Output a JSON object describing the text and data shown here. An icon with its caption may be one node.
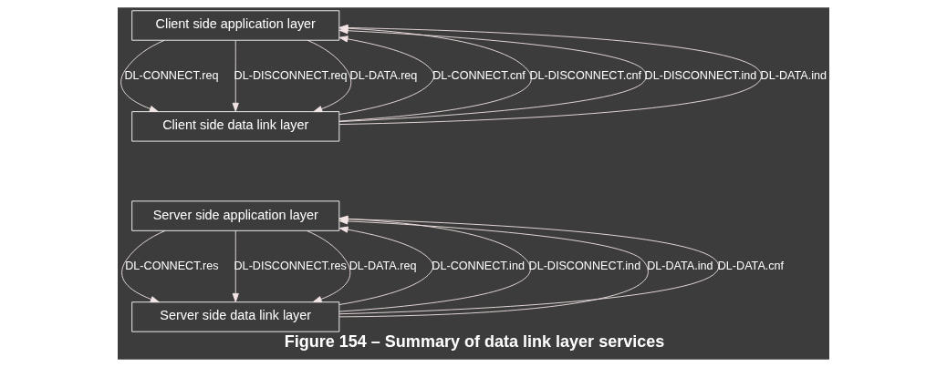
{
  "diagram": {
    "caption": "Figure 154 – Summary of data link layer services",
    "nodes": [
      {
        "text": [
          "Client side application layer"
        ]
      },
      {
        "text": [
          "Client side data link layer"
        ]
      },
      {
        "text": [
          "Server side application layer"
        ]
      },
      {
        "text": [
          "Server side data link layer"
        ]
      }
    ],
    "edges": [
      {
        "from": 0,
        "to": 1,
        "arrow": "to",
        "label": "DL-CONNECT.req"
      },
      {
        "from": 1,
        "to": 0,
        "arrow": "to",
        "label": "DL-CONNECT.cnf"
      },
      {
        "from": 0,
        "to": 1,
        "arrow": "to",
        "label": "DL-DISCONNECT.req"
      },
      {
        "from": 1,
        "to": 0,
        "arrow": "to",
        "label": "DL-DISCONNECT.cnf"
      },
      {
        "from": 1,
        "to": 0,
        "arrow": "to",
        "label": "DL-DISCONNECT.ind"
      },
      {
        "from": 0,
        "to": 1,
        "arrow": "to",
        "label": "DL-DATA.req"
      },
      {
        "from": 1,
        "to": 0,
        "arrow": "to",
        "label": "DL-DATA.ind"
      },
      {
        "from": 3,
        "to": 2,
        "arrow": "to",
        "label": "DL-CONNECT.ind"
      },
      {
        "from": 2,
        "to": 3,
        "arrow": "to",
        "label": "DL-CONNECT.res"
      },
      {
        "from": 3,
        "to": 2,
        "arrow": "to",
        "label": "DL-DISCONNECT.ind"
      },
      {
        "from": 2,
        "to": 3,
        "arrow": "to",
        "label": "DL-DISCONNECT.res"
      },
      {
        "from": 2,
        "to": 3,
        "arrow": "to",
        "label": "DL-DATA.req"
      },
      {
        "from": 3,
        "to": 2,
        "arrow": "to",
        "label": "DL-DATA.ind"
      },
      {
        "from": 3,
        "to": 2,
        "arrow": "to",
        "label": "DL-DATA.cnf"
      }
    ]
  }
}
